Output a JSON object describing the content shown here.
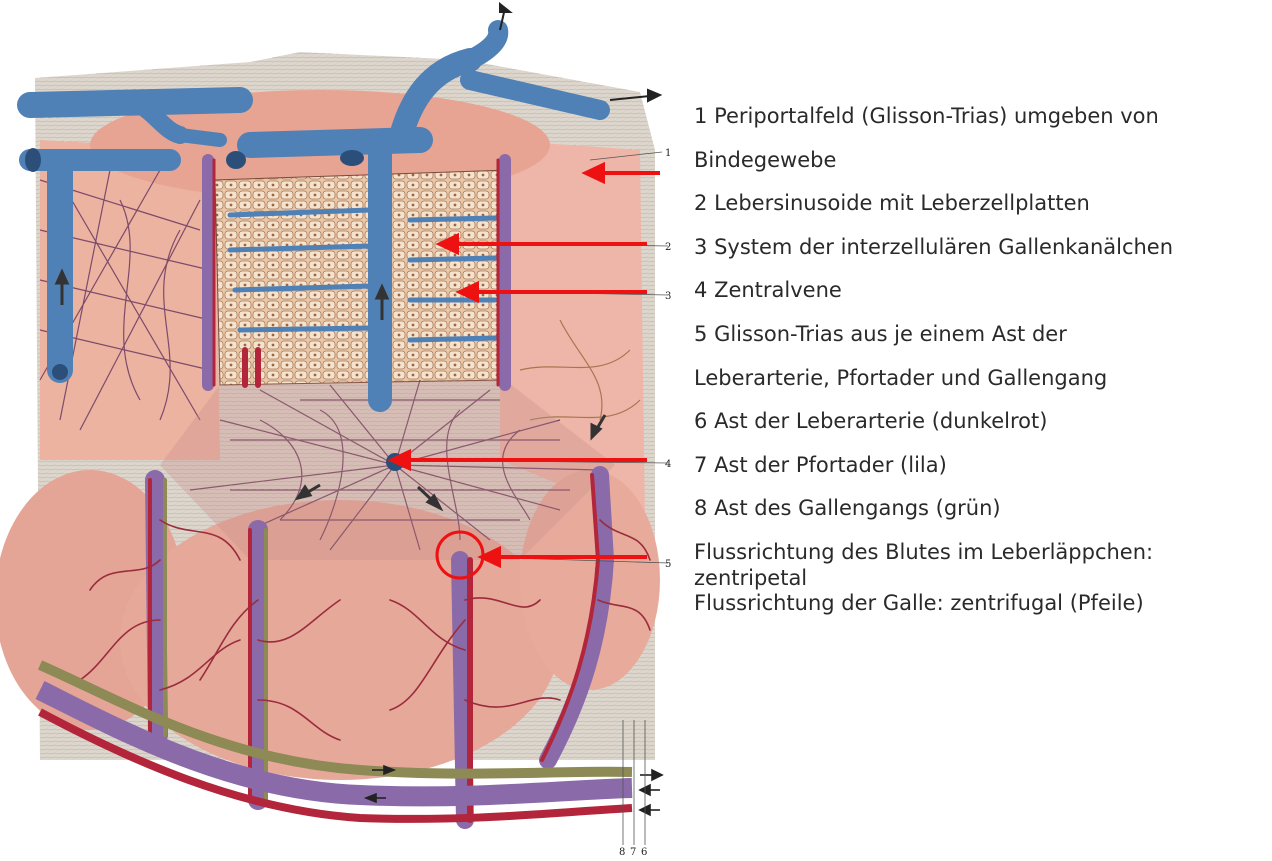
{
  "figure": {
    "callout_numbers": [
      "1",
      "2",
      "3",
      "4",
      "5"
    ],
    "bottom_numbers": [
      "8",
      "7",
      "6"
    ],
    "colors": {
      "vein_blue": "#4f80b6",
      "artery_red": "#b3253a",
      "portal_purple": "#8a6aa8",
      "bile_green": "#8d8a55",
      "lobule_pink": "#e6a596",
      "capsule_grey": "#ddd6cd",
      "annotation_red": "#ee1111"
    }
  },
  "legend": {
    "items": [
      {
        "number": "1",
        "text": "Periportalfeld (Glisson-Trias) umgeben von"
      },
      {
        "number": "",
        "text": "Bindegewebe"
      },
      {
        "number": "2",
        "text": "Lebersinusoide mit Leberzellplatten"
      },
      {
        "number": "3",
        "text": "System der interzellulären Gallenkanälchen"
      },
      {
        "number": "4",
        "text": "Zentralvene"
      },
      {
        "number": "5",
        "text": "Glisson-Trias aus je einem Ast der"
      },
      {
        "number": "",
        "text": "Leberarterie, Pfortader und Gallengang"
      },
      {
        "number": "6",
        "text": "Ast der Leberarterie (dunkelrot)"
      },
      {
        "number": "7",
        "text": "Ast der Pfortader (lila)"
      },
      {
        "number": "8",
        "text": "Ast des Gallengangs (grün)"
      }
    ],
    "flow_blood_line1": "Flussrichtung des Blutes im Leberläppchen:",
    "flow_blood_line2": "zentripetal",
    "flow_bile": "Flussrichtung der Galle: zentrifugal (Pfeile)"
  }
}
